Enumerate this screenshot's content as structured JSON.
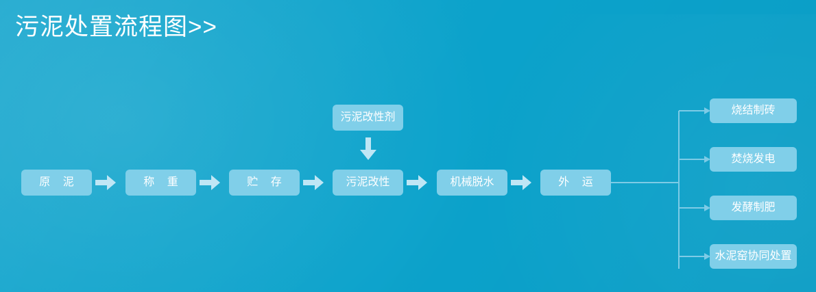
{
  "page": {
    "title": "污泥处置流程图>>",
    "background_color": "#0ba2cb",
    "node_fill_color": "#80cfe9",
    "node_text_color": "#ffffff",
    "arrow_color": "#bfe6f5",
    "connector_color": "#7ecbe6"
  },
  "flow": {
    "main_chain": [
      {
        "id": "raw-sludge",
        "label": "原 泥"
      },
      {
        "id": "weighing",
        "label": "称 重"
      },
      {
        "id": "storage",
        "label": "贮 存"
      },
      {
        "id": "sludge-modify",
        "label": "污泥改性"
      },
      {
        "id": "mechanical-dewater",
        "label": "机械脱水"
      },
      {
        "id": "transport-out",
        "label": "外 运"
      }
    ],
    "input_node": {
      "id": "sludge-modifier",
      "label": "污泥改性剂"
    },
    "outputs": [
      {
        "id": "sintered-brick",
        "label": "烧结制砖"
      },
      {
        "id": "incineration-power",
        "label": "焚烧发电"
      },
      {
        "id": "fermentation-fertilizer",
        "label": "发酵制肥"
      },
      {
        "id": "cement-kiln-codisposal",
        "label": "水泥窑协同处置"
      }
    ]
  }
}
